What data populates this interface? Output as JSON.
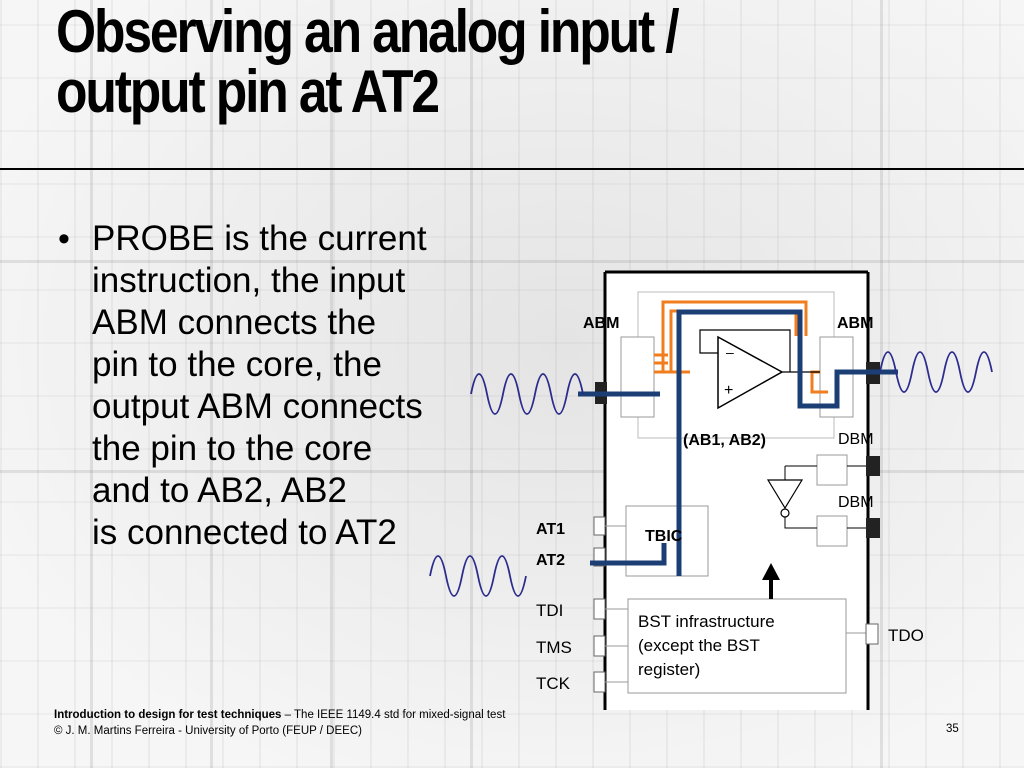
{
  "slide": {
    "title_lines": [
      "Observing an analog input /",
      "output pin at AT2"
    ],
    "bullet_lines": [
      "PROBE is the current",
      "instruction, the input",
      "ABM connects the",
      "pin to the core, the",
      "output ABM connects",
      "the pin to the core",
      "and to AB2, AB2",
      "is connected  to AT2"
    ]
  },
  "diagram": {
    "abm_left": "ABM",
    "abm_right": "ABM",
    "opamp_minus": "–",
    "opamp_plus": "+",
    "bus_label": "(AB1, AB2)",
    "dbm_top": "DBM",
    "dbm_bottom": "DBM",
    "tbic": "TBIC",
    "at1": "AT1",
    "at2": "AT2",
    "tdi": "TDI",
    "tms": "TMS",
    "tck": "TCK",
    "tdo": "TDO",
    "bst_lines": [
      "BST infrastructure",
      "(except the BST",
      "register)"
    ],
    "colors": {
      "path": "#1b3f75",
      "orange": "#f07d1e",
      "sine": "#2c2c8c"
    }
  },
  "footer": {
    "course_bold": "Introduction to design for test techniques",
    "course_rest": " – The IEEE 1149.4 std for mixed-signal test",
    "copyright": "© J. M. Martins Ferreira - University of Porto (FEUP / DEEC)",
    "page": "35"
  }
}
